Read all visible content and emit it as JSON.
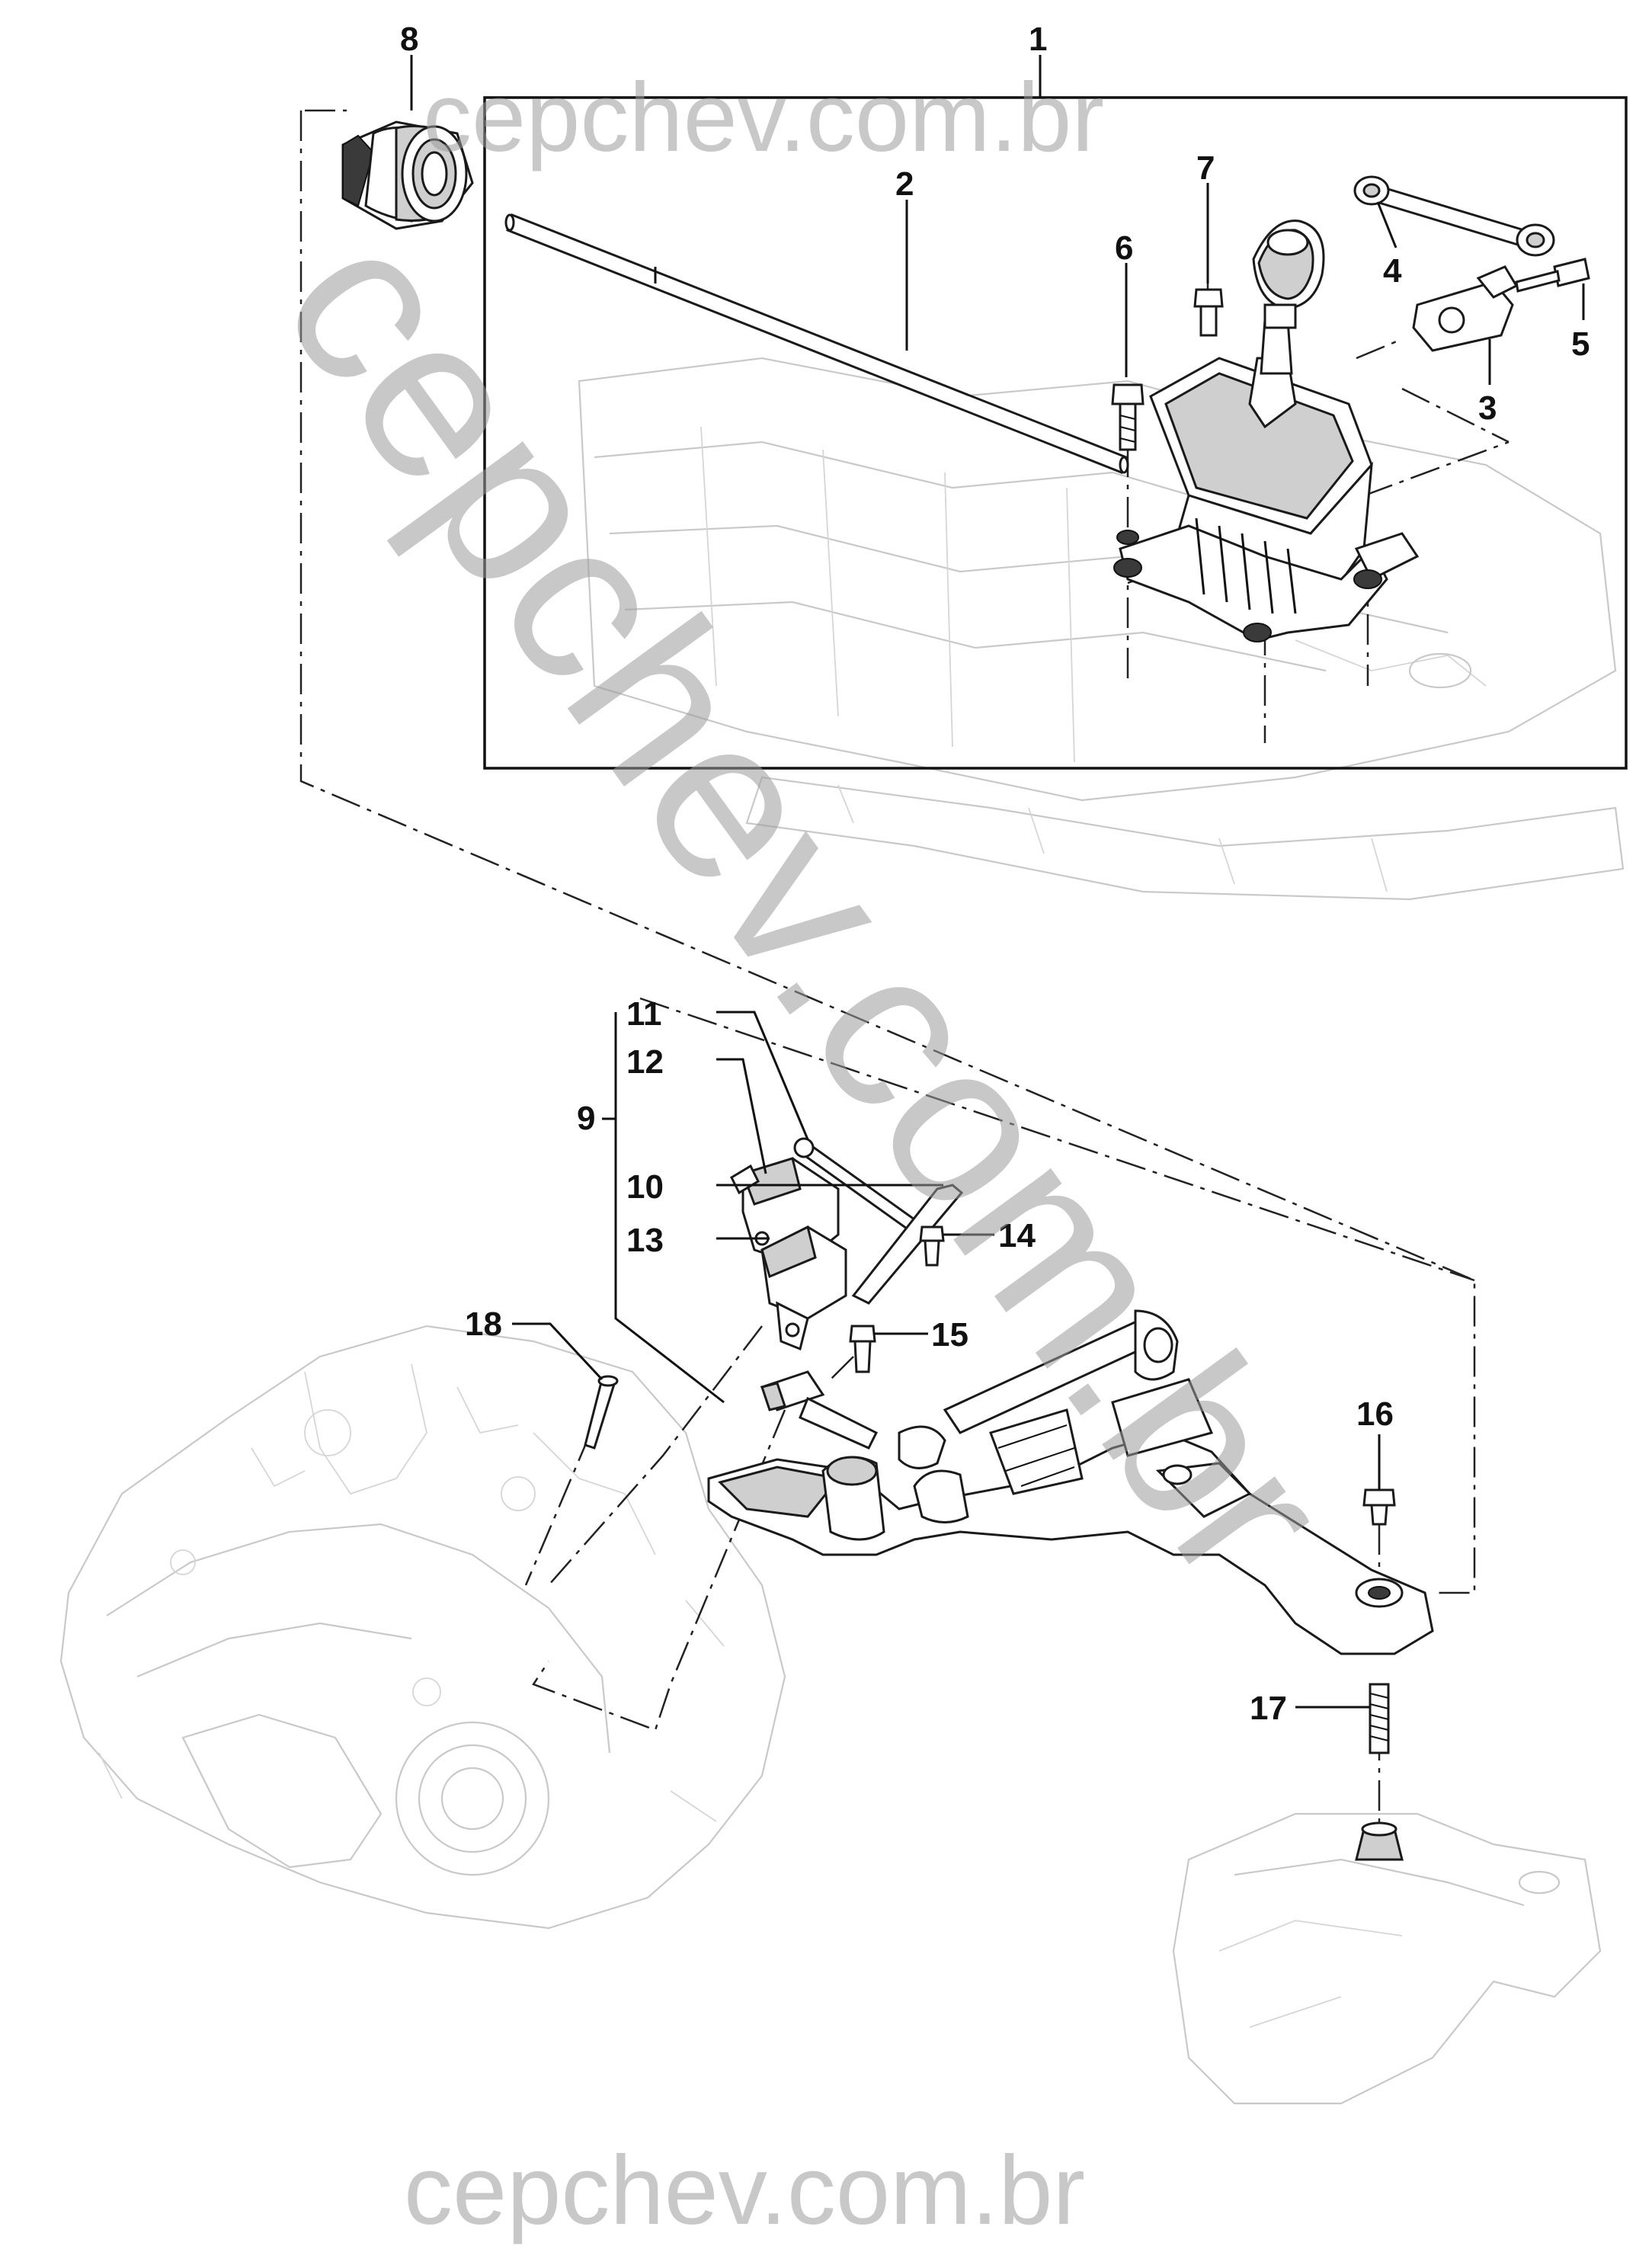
{
  "watermark": {
    "top_text": "cepchev.com.br",
    "bottom_text": "cepchev.com.br",
    "diagonal_text": "cepchev.com.br"
  },
  "callouts": [
    "1",
    "2",
    "3",
    "4",
    "5",
    "6",
    "7",
    "8",
    "9",
    "10",
    "11",
    "12",
    "13",
    "14",
    "15",
    "16",
    "17",
    "18"
  ]
}
